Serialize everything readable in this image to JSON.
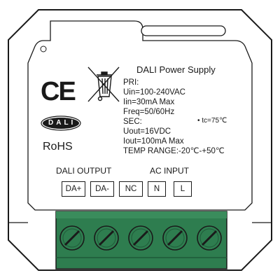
{
  "device": {
    "title": "DALI Power Supply",
    "logo_text": "DALI",
    "ce_mark": "CE",
    "rohs": "RoHS"
  },
  "specs": {
    "pri_label": "PRI:",
    "uin": "Uin=100-240VAC",
    "iin": "Iin=30mA Max",
    "freq": "Freq=50/60Hz",
    "tc": "• tc=75℃",
    "sec_label": "SEC:",
    "uout": "Uout=16VDC",
    "iout": "Iout=100mA Max",
    "temp_range": "TEMP RANGE:-20℃-+50℃"
  },
  "terminals": {
    "dali_output_label": "DALI OUTPUT",
    "ac_input_label": "AC INPUT",
    "pins": [
      "DA+",
      "DA-",
      "NC",
      "N",
      "L"
    ]
  },
  "terminal_block": {
    "screw_count": 5,
    "color": "#2e7d4f"
  },
  "colors": {
    "outline": "#1a1a1a",
    "background": "#ffffff"
  }
}
